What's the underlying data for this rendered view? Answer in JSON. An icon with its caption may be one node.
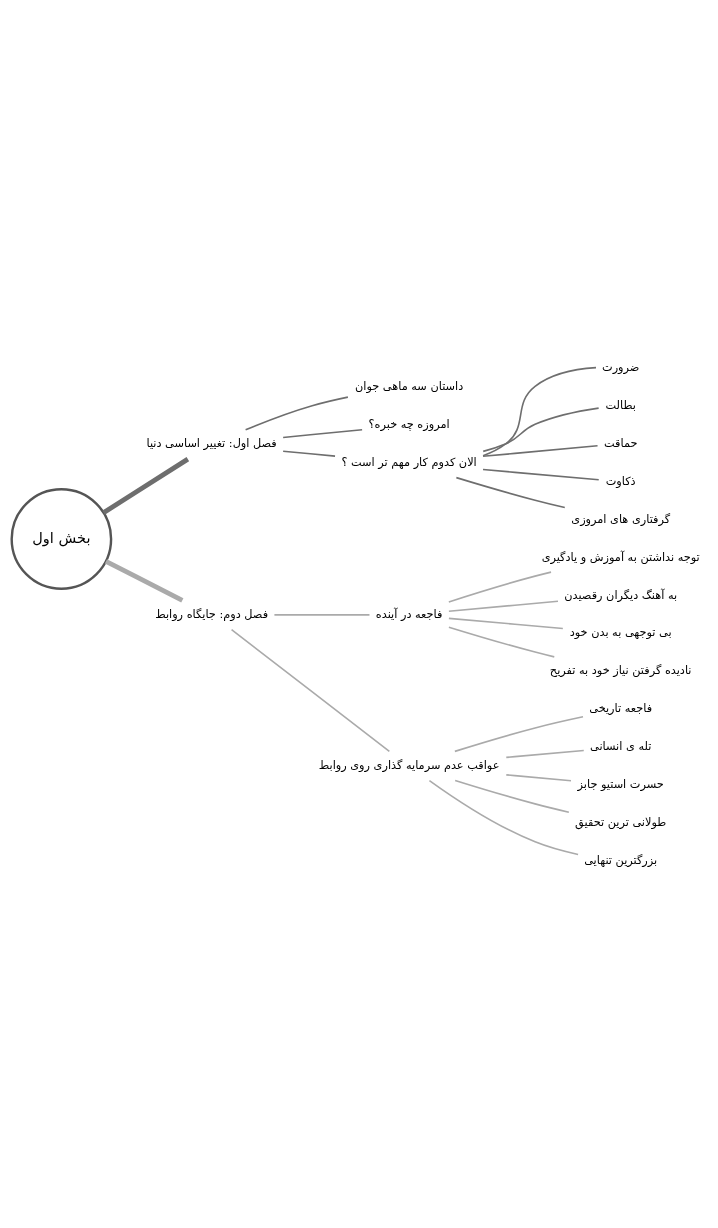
{
  "diagram": {
    "nodes": [
      {
        "text": [
          "بخش اول"
        ]
      },
      {
        "text": [
          "فصل اول: تغییر اساسی دنیا"
        ]
      },
      {
        "text": [
          "داستان سه ماهی جوان"
        ]
      },
      {
        "text": [
          "امروزه چه خبره؟"
        ]
      },
      {
        "text": [
          "الان کدوم کار مهم تر است ؟"
        ]
      },
      {
        "text": [
          "ضرورت"
        ]
      },
      {
        "text": [
          "بطالت"
        ]
      },
      {
        "text": [
          "حماقت"
        ]
      },
      {
        "text": [
          "ذکاوت"
        ]
      },
      {
        "text": [
          "گرفتاری های امروزی"
        ]
      },
      {
        "text": [
          "فصل دوم: جایگاه روابط"
        ]
      },
      {
        "text": [
          "فاجعه در آینده"
        ]
      },
      {
        "text": [
          "توجه نداشتن به آموزش و یادگیری"
        ]
      },
      {
        "text": [
          "به آهنگ دیگران رقصیدن"
        ]
      },
      {
        "text": [
          "بی توجهی به بدن خود"
        ]
      },
      {
        "text": [
          "نادیده گرفتن نیاز خود به تفریح"
        ]
      },
      {
        "text": [
          "عواقب عدم سرمایه گذاری روی روابط"
        ]
      },
      {
        "text": [
          "فاجعه تاریخی"
        ]
      },
      {
        "text": [
          "تله ی انسانی"
        ]
      },
      {
        "text": [
          "حسرت استیو جابز"
        ]
      },
      {
        "text": [
          "طولانی ترین تحقیق"
        ]
      },
      {
        "text": [
          "بزرگترین تنهایی"
        ]
      }
    ],
    "edges": [
      {
        "from": 0,
        "to": 1,
        "arrow": "none",
        "style": "thick",
        "color": "#6e6e6e"
      },
      {
        "from": 1,
        "to": 2,
        "arrow": "none",
        "color": "#6e6e6e"
      },
      {
        "from": 1,
        "to": 3,
        "arrow": "none",
        "color": "#6e6e6e"
      },
      {
        "from": 1,
        "to": 4,
        "arrow": "none",
        "color": "#6e6e6e"
      },
      {
        "from": 4,
        "to": 5,
        "arrow": "none",
        "color": "#6e6e6e"
      },
      {
        "from": 4,
        "to": 6,
        "arrow": "none",
        "color": "#6e6e6e"
      },
      {
        "from": 4,
        "to": 7,
        "arrow": "none",
        "color": "#6e6e6e"
      },
      {
        "from": 4,
        "to": 8,
        "arrow": "none",
        "color": "#6e6e6e"
      },
      {
        "from": 4,
        "to": 9,
        "arrow": "none",
        "color": "#6e6e6e"
      },
      {
        "from": 0,
        "to": 10,
        "arrow": "none",
        "style": "thick"
      },
      {
        "from": 10,
        "to": 11,
        "arrow": "none"
      },
      {
        "from": 11,
        "to": 12,
        "arrow": "none"
      },
      {
        "from": 11,
        "to": 13,
        "arrow": "none"
      },
      {
        "from": 11,
        "to": 14,
        "arrow": "none"
      },
      {
        "from": 11,
        "to": 15,
        "arrow": "none"
      },
      {
        "from": 10,
        "to": 16,
        "arrow": "none"
      },
      {
        "from": 16,
        "to": 17,
        "arrow": "none"
      },
      {
        "from": 16,
        "to": 18,
        "arrow": "none"
      },
      {
        "from": 16,
        "to": 19,
        "arrow": "none"
      },
      {
        "from": 16,
        "to": 20,
        "arrow": "none"
      },
      {
        "from": 16,
        "to": 21,
        "arrow": "none"
      }
    ]
  }
}
